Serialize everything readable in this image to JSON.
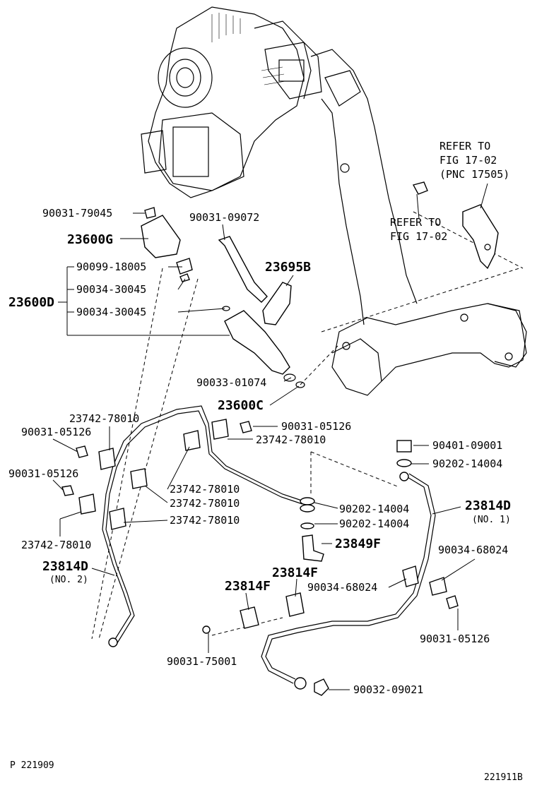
{
  "refs": {
    "ref1_line1": "REFER TO",
    "ref1_line2": "FIG 17-02",
    "ref1_line3": "(PNC 17505)",
    "ref2_line1": "REFER TO",
    "ref2_line2": "FIG 17-02"
  },
  "labels": {
    "p90031_79045": "90031-79045",
    "p90031_09072": "90031-09072",
    "p23600G": "23600G",
    "p23695B": "23695B",
    "p90099_18005": "90099-18005",
    "p23600D": "23600D",
    "p90034_30045_a": "90034-30045",
    "p90034_30045_b": "90034-30045",
    "p90033_01074": "90033-01074",
    "p23600C": "23600C",
    "p23742_78010_a": "23742-78010",
    "p90031_05126_a": "90031-05126",
    "p90031_05126_b": "90031-05126",
    "p23742_78010_b": "23742-78010",
    "p90031_05126_c": "90031-05126",
    "p90401_09001": "90401-09001",
    "p90202_14004_a": "90202-14004",
    "p23742_78010_c": "23742-78010",
    "p23742_78010_d": "23742-78010",
    "p23742_78010_e": "23742-78010",
    "p90202_14004_b": "90202-14004",
    "p23814D_1": "23814D",
    "p23814D_1_sub": "(NO. 1)",
    "p90202_14004_c": "90202-14004",
    "p23742_78010_f": "23742-78010",
    "p23849F": "23849F",
    "p90034_68024_a": "90034-68024",
    "p23814D_2": "23814D",
    "p23814D_2_sub": "(NO. 2)",
    "p23814F_a": "23814F",
    "p23814F_b": "23814F",
    "p90034_68024_b": "90034-68024",
    "p90031_05126_d": "90031-05126",
    "p90031_75001": "90031-75001",
    "p90032_09021": "90032-09021"
  },
  "footer": {
    "left_code": "P  221909",
    "right_code": "221911B"
  }
}
